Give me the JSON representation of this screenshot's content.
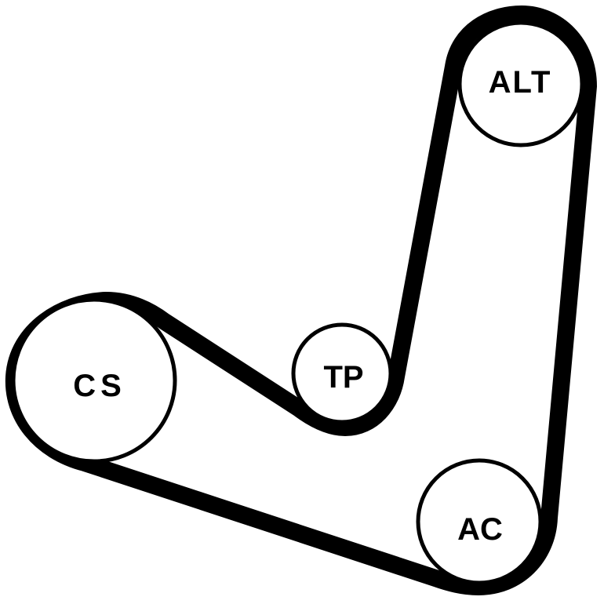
{
  "diagram": {
    "colors": {
      "belt": "#000000",
      "pulley_stroke": "#000000",
      "pulley_fill": "#ffffff",
      "background": "#ffffff"
    },
    "pulleys": [
      {
        "id": "cs",
        "label": "CS"
      },
      {
        "id": "tp",
        "label": "TP"
      },
      {
        "id": "alt",
        "label": "ALT"
      },
      {
        "id": "ac",
        "label": "AC"
      }
    ]
  }
}
